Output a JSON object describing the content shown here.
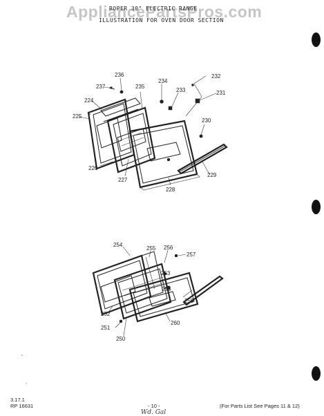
{
  "watermark": "AppliancePartsPros.com",
  "header": {
    "title_line1": "ROPER 30\" ELECTRIC RANGE",
    "title_line2": "ILLUSTRATION FOR OVEN DOOR SECTION"
  },
  "diagram_top": {
    "labels": [
      "236",
      "237",
      "235",
      "234",
      "232",
      "233",
      "231",
      "224",
      "225",
      "230",
      "226",
      "227",
      "229",
      "228"
    ]
  },
  "diagram_bottom": {
    "labels": [
      "254",
      "255",
      "256",
      "257",
      "253",
      "258",
      "252",
      "259",
      "251",
      "250",
      "260"
    ]
  },
  "footer": {
    "code_line1": "3.17.1",
    "code_line2": "RP 16631",
    "page_number": "- 10 -",
    "parts_note": "(For Parts List See Pages 11 & 12)",
    "signature": "Wd. Gal"
  }
}
